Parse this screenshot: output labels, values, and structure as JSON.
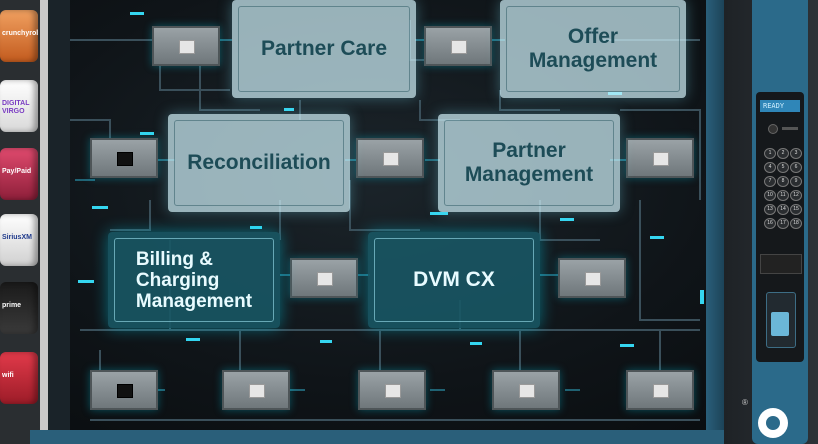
{
  "scene": {
    "panels": {
      "partner_care": "Partner Care",
      "offer_management": "Offer\nManagement",
      "reconciliation": "Reconciliation",
      "partner_management": "Partner\nManagement",
      "billing_charging": "Billing &\nCharging\nManagement",
      "dvm_cx": "DVM CX"
    },
    "products": [
      "crunchyroll",
      "DIGITAL VIRGO",
      "Pay/Paid",
      "SiriusXM",
      "prime",
      "wifi"
    ],
    "console": {
      "ready_label": "READY",
      "keys": [
        "1",
        "2",
        "3",
        "4",
        "5",
        "6",
        "7",
        "8",
        "9",
        "10",
        "11",
        "12",
        "13",
        "14",
        "15",
        "16",
        "17",
        "18"
      ],
      "reg_mark": "®"
    },
    "colors": {
      "accent": "#2b6a8a",
      "glow": "#35d6f0",
      "panel_light": "#cdeef6",
      "panel_dark": "#185664"
    }
  }
}
